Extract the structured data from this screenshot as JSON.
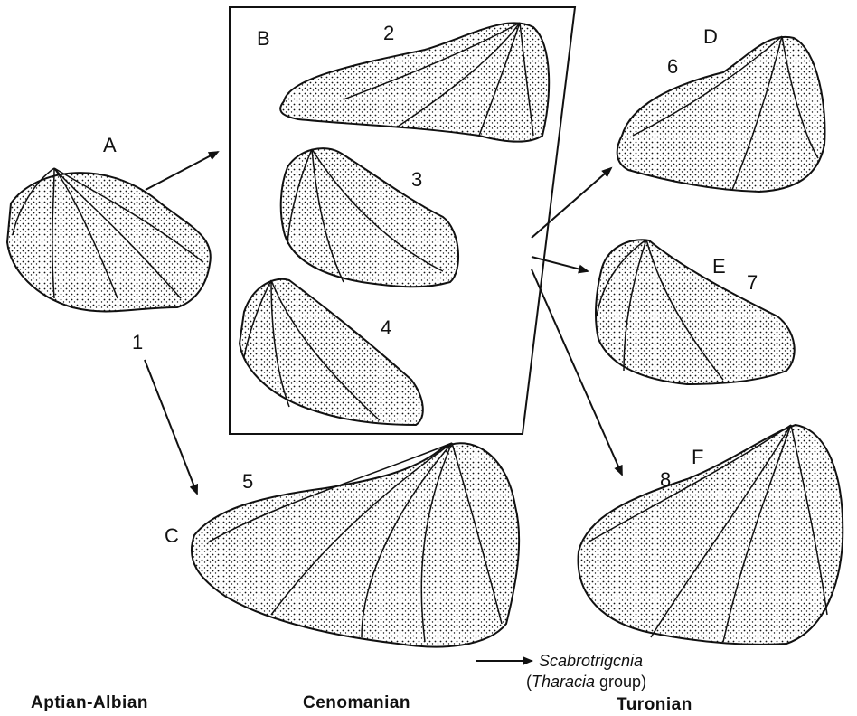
{
  "figure": {
    "stroke_color": "#111111",
    "background": "#ffffff",
    "letters": [
      "A",
      "B",
      "C",
      "D",
      "E",
      "F"
    ],
    "numbers": [
      "1",
      "2",
      "3",
      "4",
      "5",
      "6",
      "7",
      "8"
    ]
  },
  "stages": {
    "left": "Aptian-Albian",
    "middle": "Cenomanian",
    "right": "Turonian"
  },
  "footnote": {
    "genus": "Scabrotrigcnia",
    "group_prefix": "(",
    "group_italic": "Tharacia",
    "group_suffix": " group)"
  }
}
